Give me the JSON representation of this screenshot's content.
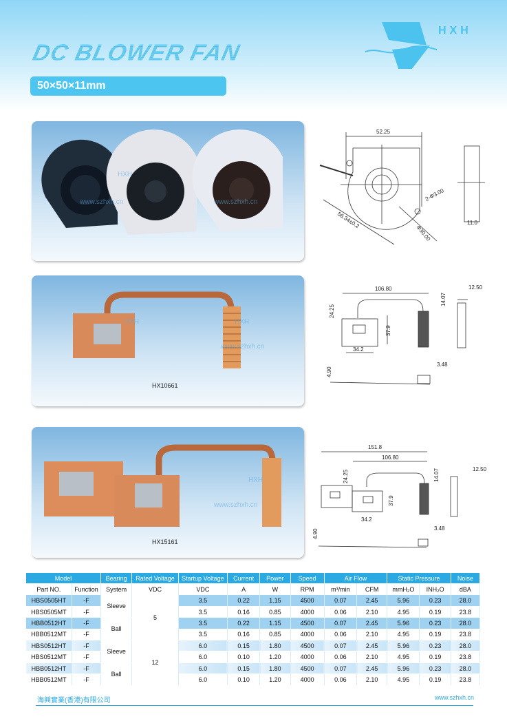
{
  "header": {
    "title": "DC BLOWER FAN",
    "size": "50×50×11mm",
    "logo_text": "HXH"
  },
  "watermark": {
    "brand": "HXH",
    "url": "www.szhxh.cn"
  },
  "products": [
    {
      "caption": ""
    },
    {
      "caption": "HX10661"
    },
    {
      "caption": "HX15161"
    }
  ],
  "drawings": {
    "fan": {
      "width": "52.25",
      "diagonal": "56.34±0.2",
      "holes": "2-Φ3.00",
      "hub": "Φ30.00",
      "thickness": "11.0"
    },
    "hx10661": {
      "length": "106.80",
      "height": "24.25",
      "offset": "14.07",
      "side": "12.50",
      "block_h": "37.9",
      "block_w": "34.2",
      "fin": "3.48",
      "thick": "4.90"
    },
    "hx15161": {
      "total": "151.8",
      "length": "106.80",
      "height": "24.25",
      "offset": "14.07",
      "side": "12.50",
      "block_h": "37.9",
      "block_w": "34.2",
      "fin": "3.48",
      "thick": "4.90"
    }
  },
  "table": {
    "group_headers": [
      "Model",
      "Bearing",
      "Rated Voltage",
      "Startup Voltage",
      "Current",
      "Power",
      "Speed",
      "Air Flow",
      "Static Pressure",
      "Noise"
    ],
    "unit_headers": [
      "Part NO.",
      "Function",
      "System",
      "VDC",
      "VDC",
      "A",
      "W",
      "RPM",
      "m³/min",
      "CFM",
      "mmH₂O",
      "INH₂O",
      "dBA"
    ],
    "rows": [
      {
        "part": "HBS0505HT",
        "func": "-F",
        "bearing": "Sleeve",
        "rated": "5",
        "startup": "3.5",
        "current": "0.22",
        "power": "1.15",
        "rpm": "4500",
        "m3": "0.07",
        "cfm": "2.45",
        "mmh2o": "5.96",
        "inh2o": "0.23",
        "dba": "28.0"
      },
      {
        "part": "HBS0505MT",
        "func": "-F",
        "bearing": "",
        "rated": "",
        "startup": "3.5",
        "current": "0.16",
        "power": "0.85",
        "rpm": "4000",
        "m3": "0.06",
        "cfm": "2.10",
        "mmh2o": "4.95",
        "inh2o": "0.19",
        "dba": "23.8"
      },
      {
        "part": "HBB0512HT",
        "func": "-F",
        "bearing": "Ball",
        "rated": "",
        "startup": "3.5",
        "current": "0.22",
        "power": "1.15",
        "rpm": "4500",
        "m3": "0.07",
        "cfm": "2.45",
        "mmh2o": "5.96",
        "inh2o": "0.23",
        "dba": "28.0"
      },
      {
        "part": "HBB0512MT",
        "func": "-F",
        "bearing": "",
        "rated": "",
        "startup": "3.5",
        "current": "0.16",
        "power": "0.85",
        "rpm": "4000",
        "m3": "0.06",
        "cfm": "2.10",
        "mmh2o": "4.95",
        "inh2o": "0.19",
        "dba": "23.8"
      },
      {
        "part": "HBS0512HT",
        "func": "-F",
        "bearing": "Sleeve",
        "rated": "12",
        "startup": "6.0",
        "current": "0.15",
        "power": "1.80",
        "rpm": "4500",
        "m3": "0.07",
        "cfm": "2.45",
        "mmh2o": "5.96",
        "inh2o": "0.23",
        "dba": "28.0"
      },
      {
        "part": "HBS0512MT",
        "func": "-F",
        "bearing": "",
        "rated": "",
        "startup": "6.0",
        "current": "0.10",
        "power": "1.20",
        "rpm": "4000",
        "m3": "0.06",
        "cfm": "2.10",
        "mmh2o": "4.95",
        "inh2o": "0.19",
        "dba": "23.8"
      },
      {
        "part": "HBB0512HT",
        "func": "-F",
        "bearing": "Ball",
        "rated": "",
        "startup": "6.0",
        "current": "0.15",
        "power": "1.80",
        "rpm": "4500",
        "m3": "0.07",
        "cfm": "2.45",
        "mmh2o": "5.96",
        "inh2o": "0.23",
        "dba": "28.0"
      },
      {
        "part": "HBB0512MT",
        "func": "-F",
        "bearing": "",
        "rated": "",
        "startup": "6.0",
        "current": "0.10",
        "power": "1.20",
        "rpm": "4000",
        "m3": "0.06",
        "cfm": "2.10",
        "mmh2o": "4.95",
        "inh2o": "0.19",
        "dba": "23.8"
      }
    ]
  },
  "footer": {
    "company": "海興實業(香港)有限公司",
    "website": "www.szhxh.cn"
  },
  "colors": {
    "brand": "#4cc3ef",
    "table_header": "#2aa9e2"
  }
}
